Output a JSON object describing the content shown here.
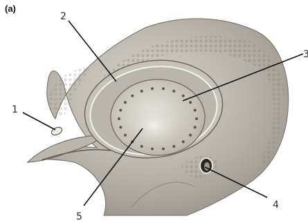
{
  "panel_label": "(a)",
  "labels": [
    {
      "id": "1",
      "text": "1"
    },
    {
      "id": "2",
      "text": "2"
    },
    {
      "id": "3",
      "text": "3"
    },
    {
      "id": "4",
      "text": "4"
    },
    {
      "id": "5",
      "text": "5"
    }
  ]
}
